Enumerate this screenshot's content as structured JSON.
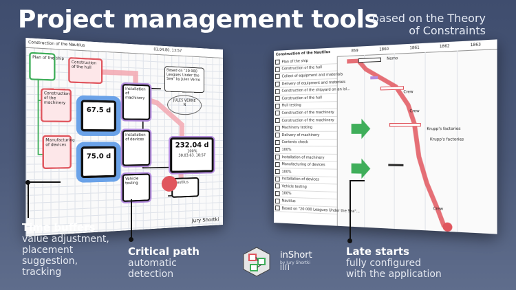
{
  "header": {
    "title": "Project management tools",
    "subtitle_line1": "based on the Theory",
    "subtitle_line2": "of Constraints"
  },
  "network_view": {
    "project_name": "Construction of the Nautilus",
    "date_stamp": "03.04.80. 13:57",
    "note": "Based on \"20 000 Leagues Under the Sea\" by Jules Verne",
    "stamp_text": "JULES VERNE",
    "stamp_code": "N",
    "author_tag": "Jury Shortki",
    "nodes": {
      "plan": "Plan of the ship",
      "hull": "Construction of the hull",
      "machinery": "Construction of the machinery",
      "devices": "Manufacturing of devices",
      "install_machinery": "Installation of machinery",
      "install_devices": "Installation of devices",
      "testing": "Vehicle testing",
      "nautilus": "Nautilus"
    },
    "buffers": {
      "b1_value": "67.5 d",
      "b2_value": "75.0 d",
      "main_value": "232.04 d",
      "main_pct": "100%",
      "main_date": "30.03.63. 18:57"
    }
  },
  "gantt_view": {
    "project_name": "Construction of the Nautilus",
    "years": [
      "859",
      "1860",
      "1861",
      "1862",
      "1863"
    ],
    "rows": [
      "Plan of the ship",
      "Construction of the hull",
      "Collect of equipment and materials",
      "Delivery of equipment and materials",
      "Construction of the shipyard on an isl...",
      "Construction of the hull",
      "Hull testing",
      "Construction of the machinery",
      "Construction of the machinery",
      "Machinery testing",
      "Delivery of machinery",
      "Contents check",
      "100%",
      "Installation of machinery",
      "Manufacturing of devices",
      "100%",
      "Installation of devices",
      "Vehicle testing",
      "100%",
      "Nautilus",
      "Based on \"20 000 Leagues Under the Sea\"..."
    ],
    "bar_labels": {
      "nemo": "Nemo",
      "crew1": "Crew",
      "crew2": "Crew",
      "crew3": "Crew",
      "factories1": "Krupp's factories",
      "factories2": "Krupp's factories"
    }
  },
  "callouts": {
    "time_buffers": {
      "heading": "Time buffers",
      "lines": [
        "value adjustment,",
        "placement",
        "suggestion,",
        "tracking"
      ]
    },
    "critical_path": {
      "heading": "Critical path",
      "lines": [
        "automatic",
        "detection"
      ]
    },
    "late_starts": {
      "heading": "Late starts",
      "lines": [
        "fully configured",
        "with the application"
      ]
    }
  },
  "app_badge": {
    "name": "inShort",
    "byline": "by Jury Shortki",
    "mark": "ꟾꟾꟾꟾ"
  },
  "colors": {
    "critical_path": "#e0565e",
    "buffer_blue": "#6aa2e8",
    "late_start_green": "#3fae5a",
    "background": "#4c5a7a"
  }
}
